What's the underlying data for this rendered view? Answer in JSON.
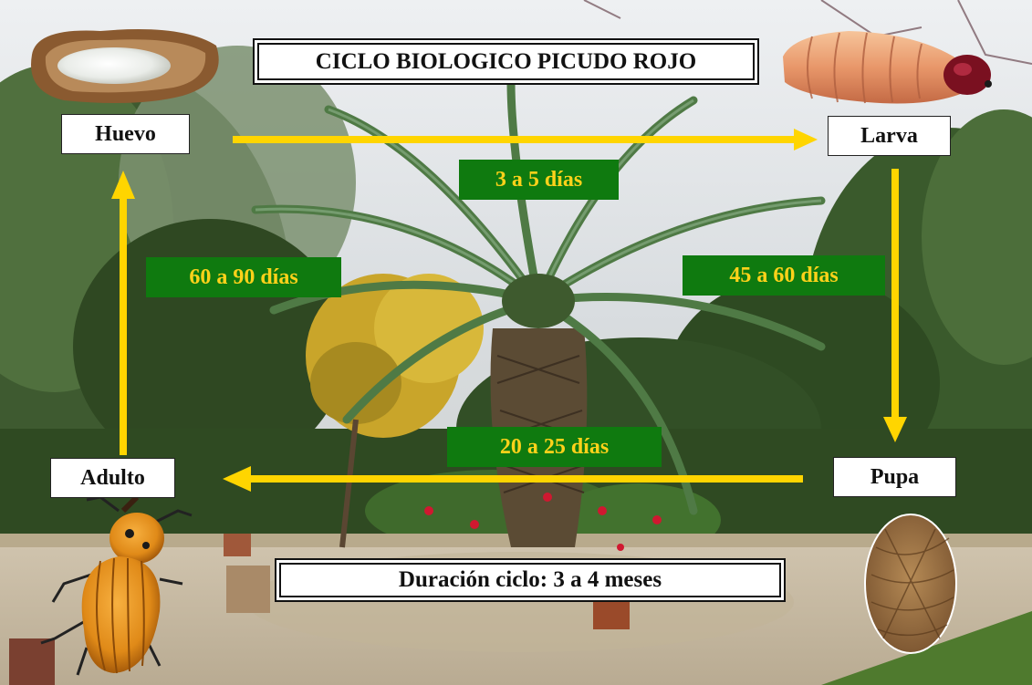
{
  "diagram": {
    "title": "CICLO BIOLOGICO PICUDO ROJO",
    "stages": {
      "egg": "Huevo",
      "larva": "Larva",
      "pupa": "Pupa",
      "adult": "Adulto"
    },
    "transitions": {
      "egg_to_larva": "3 a 5 días",
      "larva_to_pupa": "45 a 60 días",
      "pupa_to_adult": "20 a 25 días",
      "adult_to_egg": "60 a 90 días"
    },
    "footer": "Duración ciclo: 3 a 4 meses"
  },
  "colors": {
    "arrow": "#ffd500",
    "duration_box": "#0f7a0f",
    "duration_text": "#ffd21a"
  },
  "icons": {
    "egg": "egg-icon",
    "larva": "larva-icon",
    "pupa": "pupa-cocoon-icon",
    "adult": "red-palm-weevil-icon"
  }
}
